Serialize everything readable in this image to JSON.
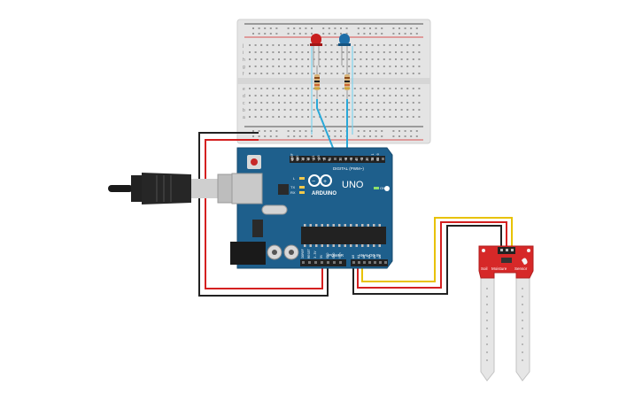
{
  "arduino": {
    "brand": "ARDUINO",
    "model": "UNO",
    "digital_header": "DIGITAL (PWM~)",
    "power_header": "POWER",
    "analog_header": "ANALOG IN",
    "led_labels": {
      "l": "L",
      "tx": "TX",
      "rx": "RX",
      "on": "ON"
    },
    "digital_pins": [
      "AREF",
      "GND",
      "13",
      "12",
      "~11",
      "~10",
      "~9",
      "8",
      "7",
      "~6",
      "~5",
      "4",
      "~3",
      "2",
      "TX 1",
      "RX 0"
    ],
    "power_pins": [
      "IOREF",
      "RESET",
      "3.3V",
      "5V",
      "GND",
      "GND",
      "Vin"
    ],
    "analog_pins": [
      "A0",
      "A1",
      "A2",
      "A3",
      "A4",
      "A5"
    ]
  },
  "sensor": {
    "label_left": "Soil",
    "label_mid": "Moisture",
    "label_right": "Sensor"
  },
  "breadboard": {
    "row_letters_top": [
      "j",
      "i",
      "h",
      "g",
      "f"
    ],
    "row_letters_bottom": [
      "e",
      "d",
      "c",
      "b",
      "a"
    ]
  },
  "colors": {
    "board_blue": "#1e5f8c",
    "breadboard": "#e6e6e6",
    "wire_red": "#d42020",
    "wire_black": "#222222",
    "wire_yellow": "#e8c200",
    "wire_cyan": "#2aa8d8",
    "led_red": "#c81e1e",
    "led_blue": "#1e6ea8",
    "sensor_red": "#d62828"
  }
}
